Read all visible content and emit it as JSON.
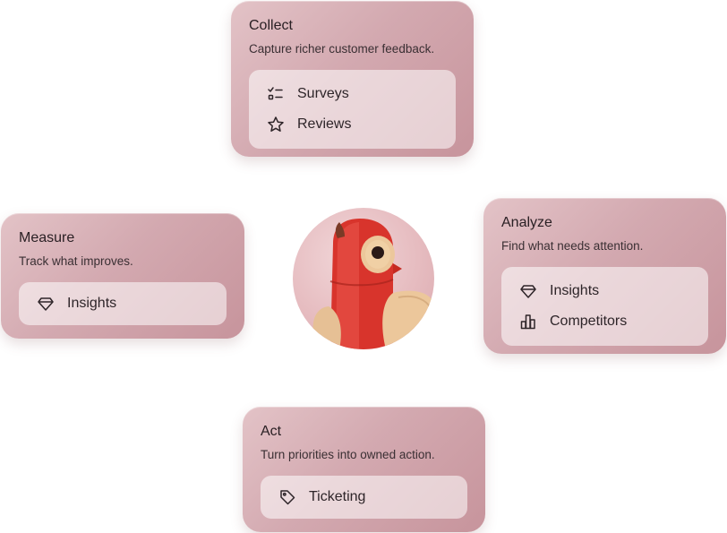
{
  "cards": {
    "collect": {
      "title": "Collect",
      "subtitle": "Capture richer customer feedback.",
      "items": [
        {
          "label": "Surveys",
          "icon": "survey-list-icon"
        },
        {
          "label": "Reviews",
          "icon": "star-icon"
        }
      ]
    },
    "measure": {
      "title": "Measure",
      "subtitle": "Track what improves.",
      "items": [
        {
          "label": "Insights",
          "icon": "gem-icon"
        }
      ]
    },
    "analyze": {
      "title": "Analyze",
      "subtitle": "Find what needs attention.",
      "items": [
        {
          "label": "Insights",
          "icon": "gem-icon"
        },
        {
          "label": "Competitors",
          "icon": "bar-chart-icon"
        }
      ]
    },
    "act": {
      "title": "Act",
      "subtitle": "Turn priorities into owned action.",
      "items": [
        {
          "label": "Ticketing",
          "icon": "tag-icon"
        }
      ]
    }
  },
  "colors": {
    "card_gradient_start": "#e3c3c7",
    "card_gradient_end": "#c7949c",
    "bird_red": "#d8342c",
    "bird_wood": "#e9c79c"
  }
}
